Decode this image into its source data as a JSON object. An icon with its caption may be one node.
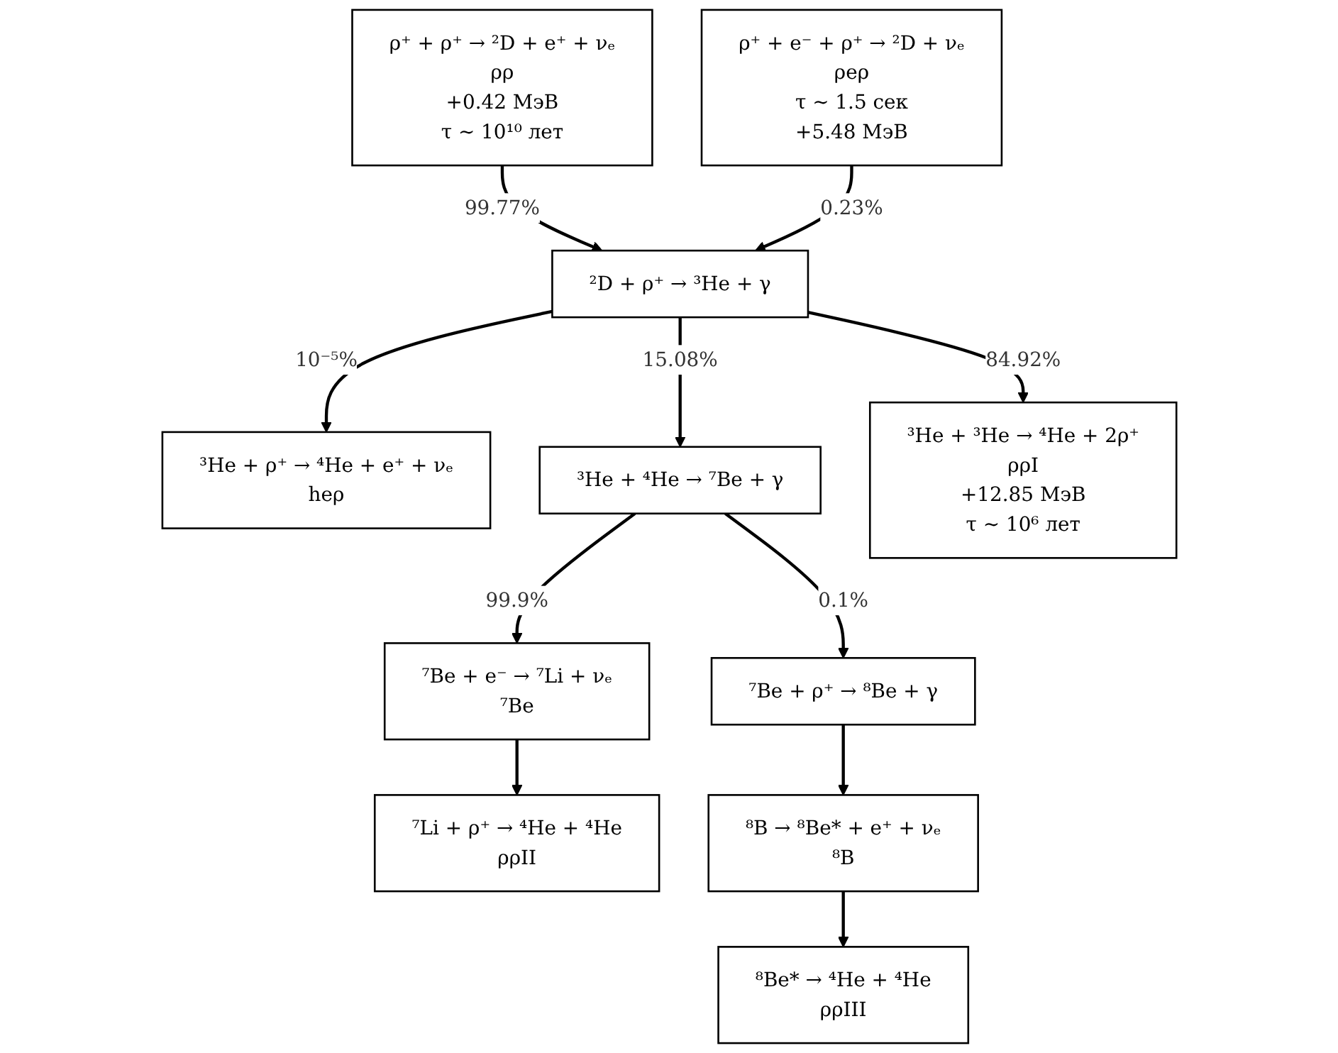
{
  "diagram": {
    "nodes": [
      {
        "text": [
          "ρ⁺ + ρ⁺ → ²D + e⁺ + νₑ",
          "ρρ",
          "+0.42 МэВ",
          "τ ∼ 10¹⁰ лет"
        ]
      },
      {
        "text": [
          "ρ⁺ + e⁻ + ρ⁺ → ²D + νₑ",
          "ρeρ",
          "τ ∼ 1.5 сек",
          "+5.48 МэВ"
        ]
      },
      {
        "text": [
          "²D + ρ⁺ → ³He + γ"
        ]
      },
      {
        "text": [
          "³He + ρ⁺ → ⁴He + e⁺ + νₑ",
          "heρ"
        ]
      },
      {
        "text": [
          "³He + ⁴He → ⁷Be + γ"
        ]
      },
      {
        "text": [
          "⁷Be + e⁻ → ⁷Li + νₑ",
          "⁷Be"
        ]
      },
      {
        "text": [
          "⁷Li + ρ⁺ → ⁴He + ⁴He",
          "ρρII"
        ]
      },
      {
        "text": [
          "⁷Be + ρ⁺ → ⁸Be + γ"
        ]
      },
      {
        "text": [
          "⁸B → ⁸Be* + e⁺ + νₑ",
          "⁸B"
        ]
      },
      {
        "text": [
          "⁸Be* → ⁴He + ⁴He",
          "ρρIII"
        ]
      },
      {
        "text": [
          "³He + ³He → ⁴He + 2ρ⁺",
          "ρρI",
          "+12.85 МэВ",
          "τ ∼ 10⁶ лет"
        ]
      }
    ],
    "edges": [
      {
        "from": 0,
        "to": 2,
        "arrow": "to",
        "label": "99.77%"
      },
      {
        "from": 1,
        "to": 2,
        "arrow": "to",
        "label": "0.23%"
      },
      {
        "from": 2,
        "to": 3,
        "arrow": "to",
        "label": "10⁻⁵%"
      },
      {
        "from": 2,
        "to": 4,
        "arrow": "to",
        "label": "15.08%"
      },
      {
        "from": 2,
        "to": 10,
        "arrow": "to",
        "label": "84.92%"
      },
      {
        "from": 4,
        "to": 5,
        "arrow": "to",
        "label": "99.9%"
      },
      {
        "from": 4,
        "to": 7,
        "arrow": "to",
        "label": "0.1%"
      },
      {
        "from": 5,
        "to": 6,
        "arrow": "to"
      },
      {
        "from": 7,
        "to": 8,
        "arrow": "to"
      },
      {
        "from": 8,
        "to": 9,
        "arrow": "to"
      }
    ]
  }
}
